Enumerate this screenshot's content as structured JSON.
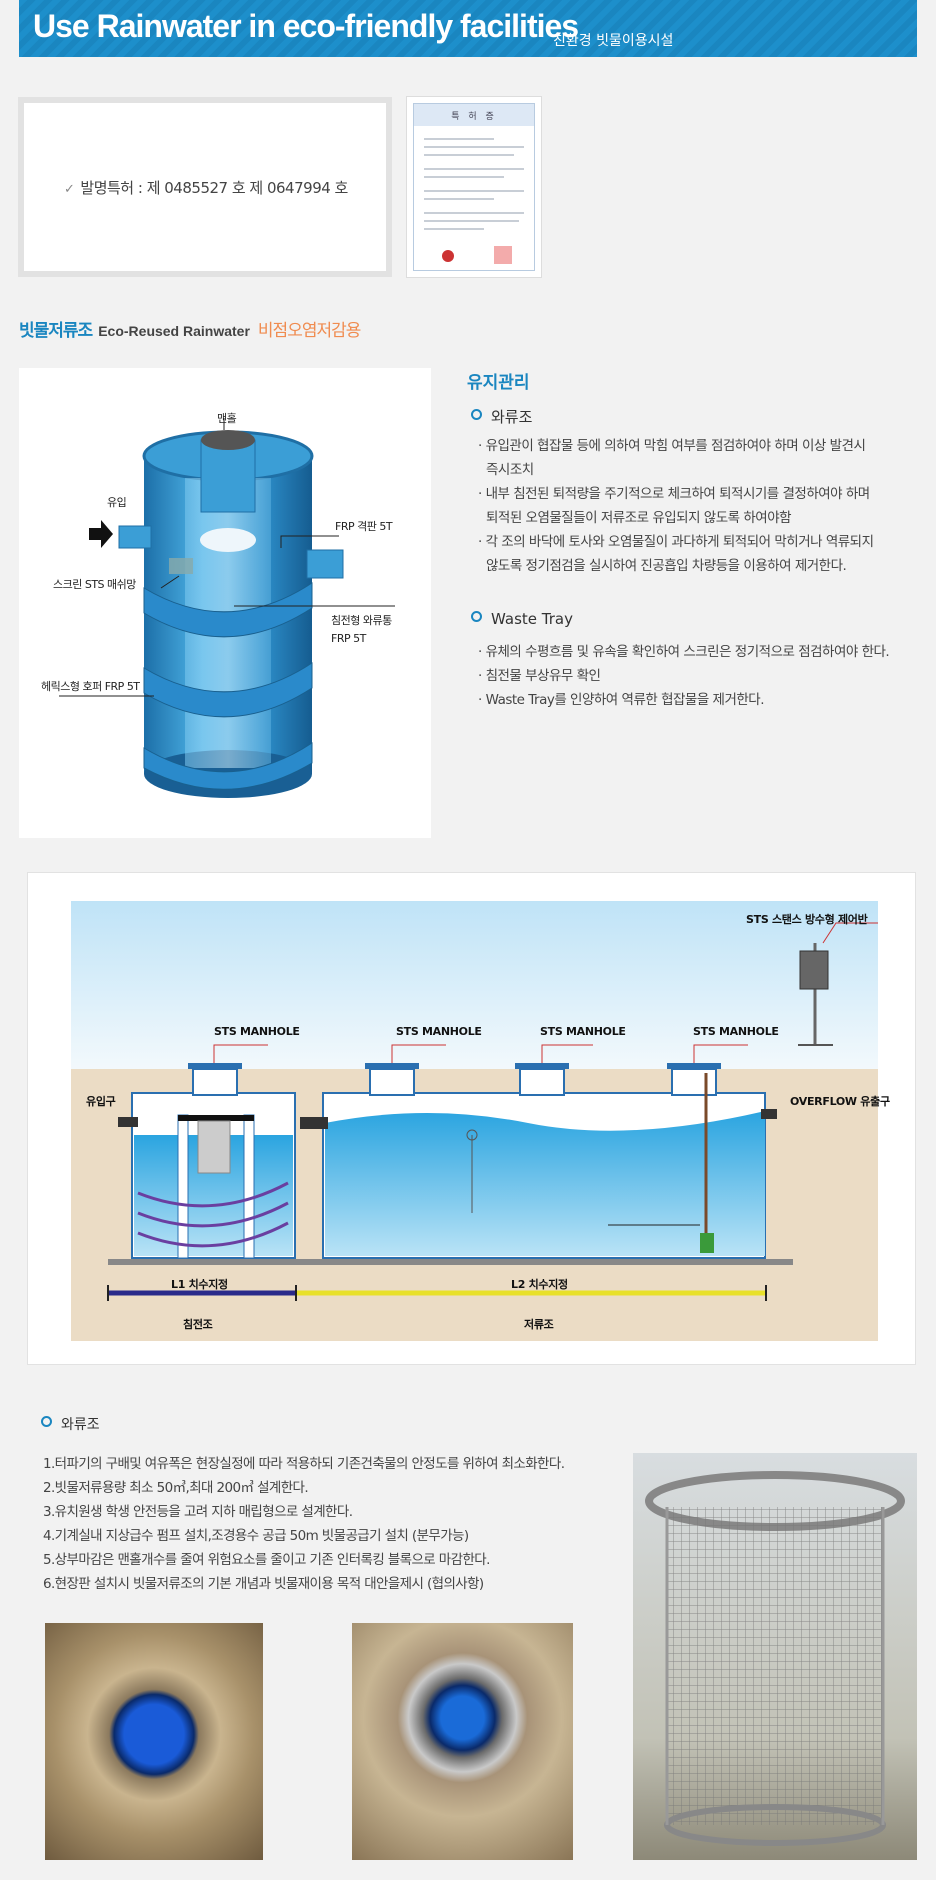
{
  "header": {
    "title": "Use Rainwater in eco-friendly facilities",
    "subtitle": "친환경 빗물이용시설"
  },
  "patent": {
    "text": "발명특허 : 제 0485527 호 제 0647994 호",
    "certificate_title": "특 허 증"
  },
  "section": {
    "title_ko": "빗물저류조",
    "title_en": "Eco-Reused Rainwater",
    "title_note": "비점오염저감용"
  },
  "tank_labels": {
    "manhole": "맨홀",
    "inlet": "유입",
    "baffle": "FRP 격판 5T",
    "screen": "스크린 STS 매쉬망",
    "sedimentation_1": "침전형 와류통",
    "sedimentation_2": "FRP 5T",
    "helix": "헤릭스형 호퍼 FRP 5T"
  },
  "maintenance": {
    "heading": "유지관리",
    "vortex": {
      "title": "와류조",
      "lines": [
        "· 유입관이 협잡물 등에 의하여 막힘 여부를 점검하여야 하며 이상 발견시",
        "즉시조치",
        "· 내부 침전된 퇴적량을 주기적으로 체크하여 퇴적시기를 결정하여야 하며",
        "퇴적된 오염물질들이 저류조로 유입되지 않도록 하여야함",
        "· 각 조의 바닥에 토사와 오염물질이 과다하게 퇴적되어 막히거나 역류되지",
        "않도록 정기점검을 실시하여 진공흡입 차량등을 이용하여 제거한다."
      ]
    },
    "tray": {
      "title": "Waste Tray",
      "lines": [
        "· 유체의 수평흐름 및 유속을 확인하여 스크린은 정기적으로 점검하여야 한다.",
        "· 침전물 부상유무 확인",
        "· Waste Tray를 인양하여 역류한 협잡물을 제거한다."
      ]
    }
  },
  "schematic": {
    "control_panel": "STS 스탠스 방수형 제어반",
    "manholes": [
      "STS MANHOLE",
      "STS MANHOLE",
      "STS MANHOLE",
      "STS MANHOLE"
    ],
    "inlet": "유입구",
    "overflow": "OVERFLOW 유출구",
    "l1": "L1 치수지정",
    "l2": "L2 치수지정",
    "tank1": "침전조",
    "tank2": "저류조"
  },
  "notes": {
    "title": "와류조",
    "items": [
      "1.터파기의 구배및 여유폭은 현장실정에 따라 적용하되 기존건축물의 안정도를 위하여 최소화한다.",
      "2.빗물저류용량 최소 50㎥,최대 200㎥ 설계한다.",
      "3.유치원생 학생 안전등을 고려 지하 매립형으로 설계한다.",
      "4.기계실내 지상급수 펌프 설치,조경용수 공급 50m 빗물공급기 설치 (분무가능)",
      "5.상부마감은 맨홀개수를 줄여 위험요소를 줄이고 기존 인터록킹 블록으로 마감한다.",
      "6.현장판 설치시 빗물저류조의 기본 개념과 빗물재이용 목적 대안을제시 (협의사항)"
    ]
  },
  "colors": {
    "brand_blue": "#1a86c0",
    "accent_orange": "#f08c50",
    "water": "#2aa4e0"
  }
}
